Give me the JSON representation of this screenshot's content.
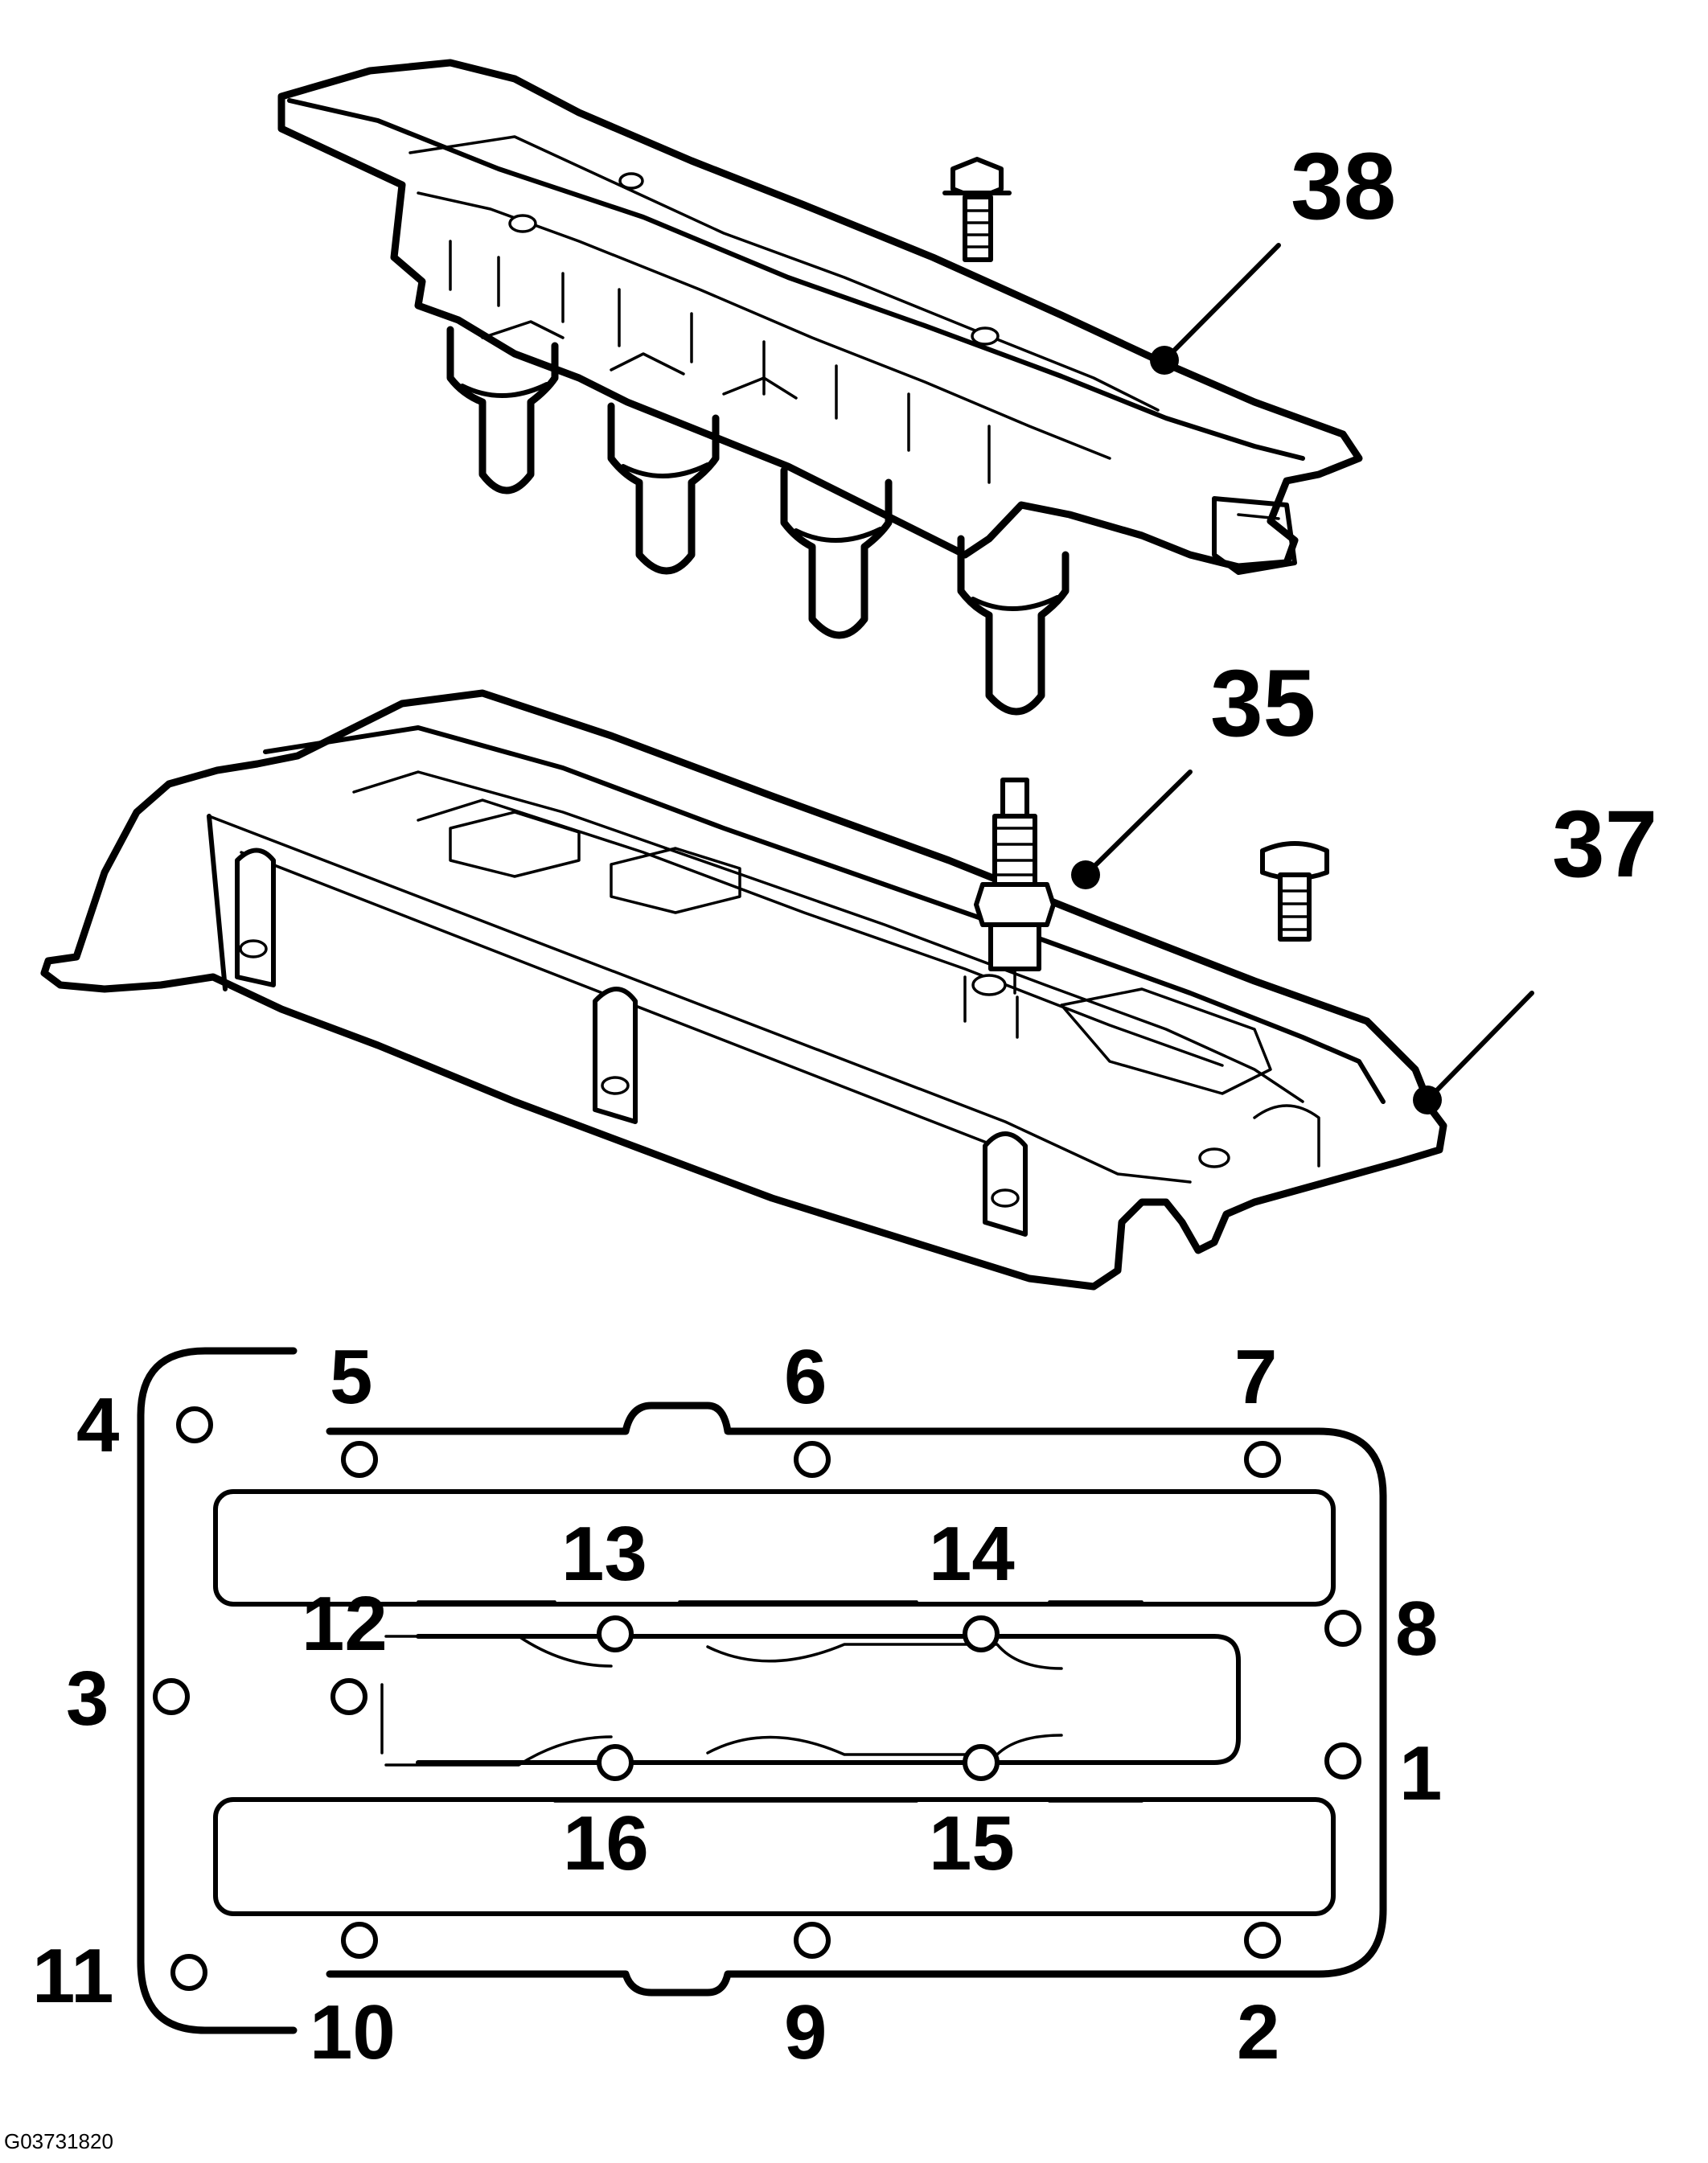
{
  "figure_id": "G03731820",
  "callouts": [
    {
      "id": "38",
      "label": "38"
    },
    {
      "id": "35",
      "label": "35"
    },
    {
      "id": "37",
      "label": "37"
    }
  ],
  "tightening_sequence": [
    {
      "n": "1",
      "label": "1"
    },
    {
      "n": "2",
      "label": "2"
    },
    {
      "n": "3",
      "label": "3"
    },
    {
      "n": "4",
      "label": "4"
    },
    {
      "n": "5",
      "label": "5"
    },
    {
      "n": "6",
      "label": "6"
    },
    {
      "n": "7",
      "label": "7"
    },
    {
      "n": "8",
      "label": "8"
    },
    {
      "n": "9",
      "label": "9"
    },
    {
      "n": "10",
      "label": "10"
    },
    {
      "n": "11",
      "label": "11"
    },
    {
      "n": "12",
      "label": "12"
    },
    {
      "n": "13",
      "label": "13"
    },
    {
      "n": "14",
      "label": "14"
    },
    {
      "n": "15",
      "label": "15"
    },
    {
      "n": "16",
      "label": "16"
    }
  ]
}
